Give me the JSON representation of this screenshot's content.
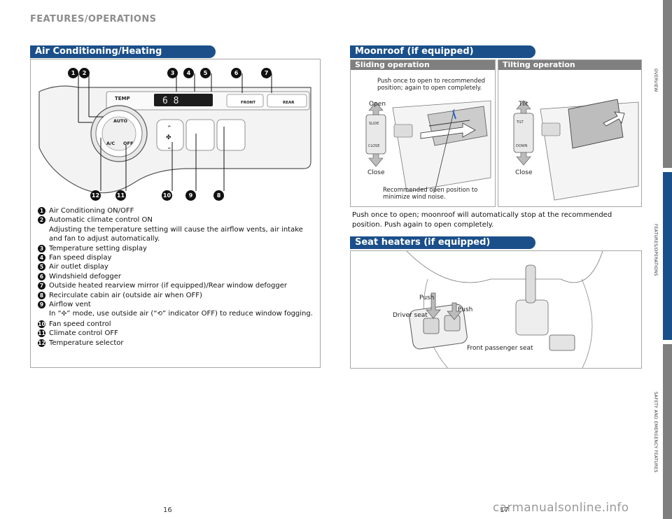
{
  "header": {
    "section_title": "FEATURES/OPERATIONS"
  },
  "ac_section": {
    "title": "Air Conditioning/Heating",
    "panel_labels": {
      "temp": "TEMP",
      "auto": "AUTO",
      "ac": "A/C",
      "off": "OFF",
      "display": "6 8",
      "front": "FRONT",
      "rear": "REAR"
    },
    "callouts_top": [
      "1",
      "2",
      "3",
      "4",
      "5",
      "6",
      "7"
    ],
    "callouts_bottom": [
      "12",
      "11",
      "10",
      "9",
      "8"
    ],
    "legend": [
      {
        "num": "1",
        "text": "Air Conditioning ON/OFF"
      },
      {
        "num": "2",
        "text": "Automatic climate control ON",
        "sub": "Adjusting the temperature setting will cause the airflow vents, air intake and fan to adjust automatically."
      },
      {
        "num": "3",
        "text": "Temperature setting display"
      },
      {
        "num": "4",
        "text": "Fan speed display"
      },
      {
        "num": "5",
        "text": "Air outlet display"
      },
      {
        "num": "6",
        "text": "Windshield defogger"
      },
      {
        "num": "7",
        "text": "Outside heated rearview mirror (if equipped)/Rear window defogger"
      },
      {
        "num": "8",
        "text": "Recirculate cabin air (outside air when OFF)"
      },
      {
        "num": "9",
        "text": "Airflow vent",
        "sub_a": "In “",
        "sub_b": "” mode, use outside air (“",
        "sub_c": "” indicator OFF) to reduce window fogging."
      },
      {
        "num": "10",
        "text": "Fan speed control"
      },
      {
        "num": "11",
        "text": "Climate control OFF"
      },
      {
        "num": "12",
        "text": "Temperature selector"
      }
    ]
  },
  "moonroof_section": {
    "title": "Moonroof (if equipped)",
    "sliding": {
      "heading": "Sliding operation",
      "push_note": "Push once to open to recommended position; again to open completely.",
      "open_label": "Open",
      "close_label": "Close",
      "slide_label": "SLIDE",
      "close_switch_label": "CLOSE",
      "recommended_note": "Recommended open position to minimize wind noise."
    },
    "tilting": {
      "heading": "Tilting operation",
      "tilt_label": "Tilt",
      "close_label": "Close",
      "tilt_switch_label": "TILT",
      "down_switch_label": "DOWN"
    },
    "caption": "Push once to open; moonroof will automatically stop at the recommended position. Push again to open completely."
  },
  "seat_section": {
    "title": "Seat heaters (if equipped)",
    "push_label_1": "Push",
    "push_label_2": "Push",
    "driver_label": "Driver seat",
    "passenger_label": "Front passenger seat"
  },
  "side_tabs": [
    "OVERVIEW",
    "FEATURES/OPERATIONS",
    "SAFETY AND EMERGENCY FEATURES"
  ],
  "page_numbers": {
    "left": "16",
    "right": "17"
  },
  "watermark": "carmanualsonline.info",
  "colors": {
    "banner_blue": "#1a4f8a",
    "subhead_gray": "#7f7f7f",
    "frame_gray": "#a6a6a6"
  }
}
